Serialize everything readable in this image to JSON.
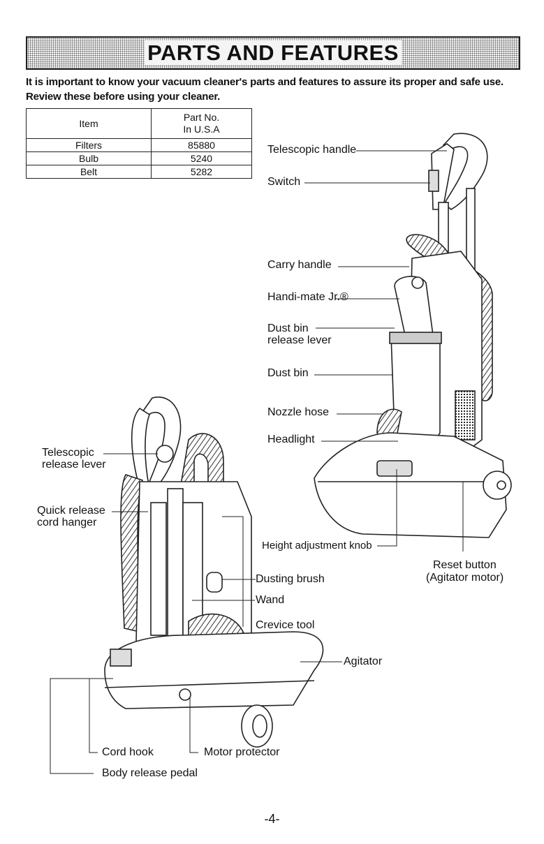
{
  "header": {
    "title": "PARTS AND FEATURES"
  },
  "intro": "It is important to know your vacuum cleaner's parts and features to assure its proper and safe use. Review these before using your cleaner.",
  "parts_table": {
    "headers": [
      "Item",
      "Part No.\nIn U.S.A"
    ],
    "rows": [
      {
        "item": "Filters",
        "part_no": "85880"
      },
      {
        "item": "Bulb",
        "part_no": "5240"
      },
      {
        "item": "Belt",
        "part_no": "5282"
      }
    ]
  },
  "callouts": {
    "telescopic_handle": "Telescopic handle",
    "switch": "Switch",
    "carry_handle": "Carry handle",
    "handi_mate": "Handi-mate Jr.®",
    "dust_bin_release_1": "Dust bin",
    "dust_bin_release_2": "release lever",
    "dust_bin": "Dust bin",
    "nozzle_hose": "Nozzle hose",
    "headlight": "Headlight",
    "height_adjustment_knob": "Height adjustment knob",
    "reset_button_1": "Reset button",
    "reset_button_2": "(Agitator motor)",
    "telescopic_release_1": "Telescopic",
    "telescopic_release_2": "release lever",
    "quick_release_1": "Quick release",
    "quick_release_2": "cord hanger",
    "dusting_brush": "Dusting brush",
    "wand": "Wand",
    "crevice_tool": "Crevice tool",
    "agitator": "Agitator",
    "cord_hook": "Cord hook",
    "motor_protector": "Motor protector",
    "body_release_pedal": "Body release pedal"
  },
  "footer": {
    "page_number": "-4-"
  }
}
